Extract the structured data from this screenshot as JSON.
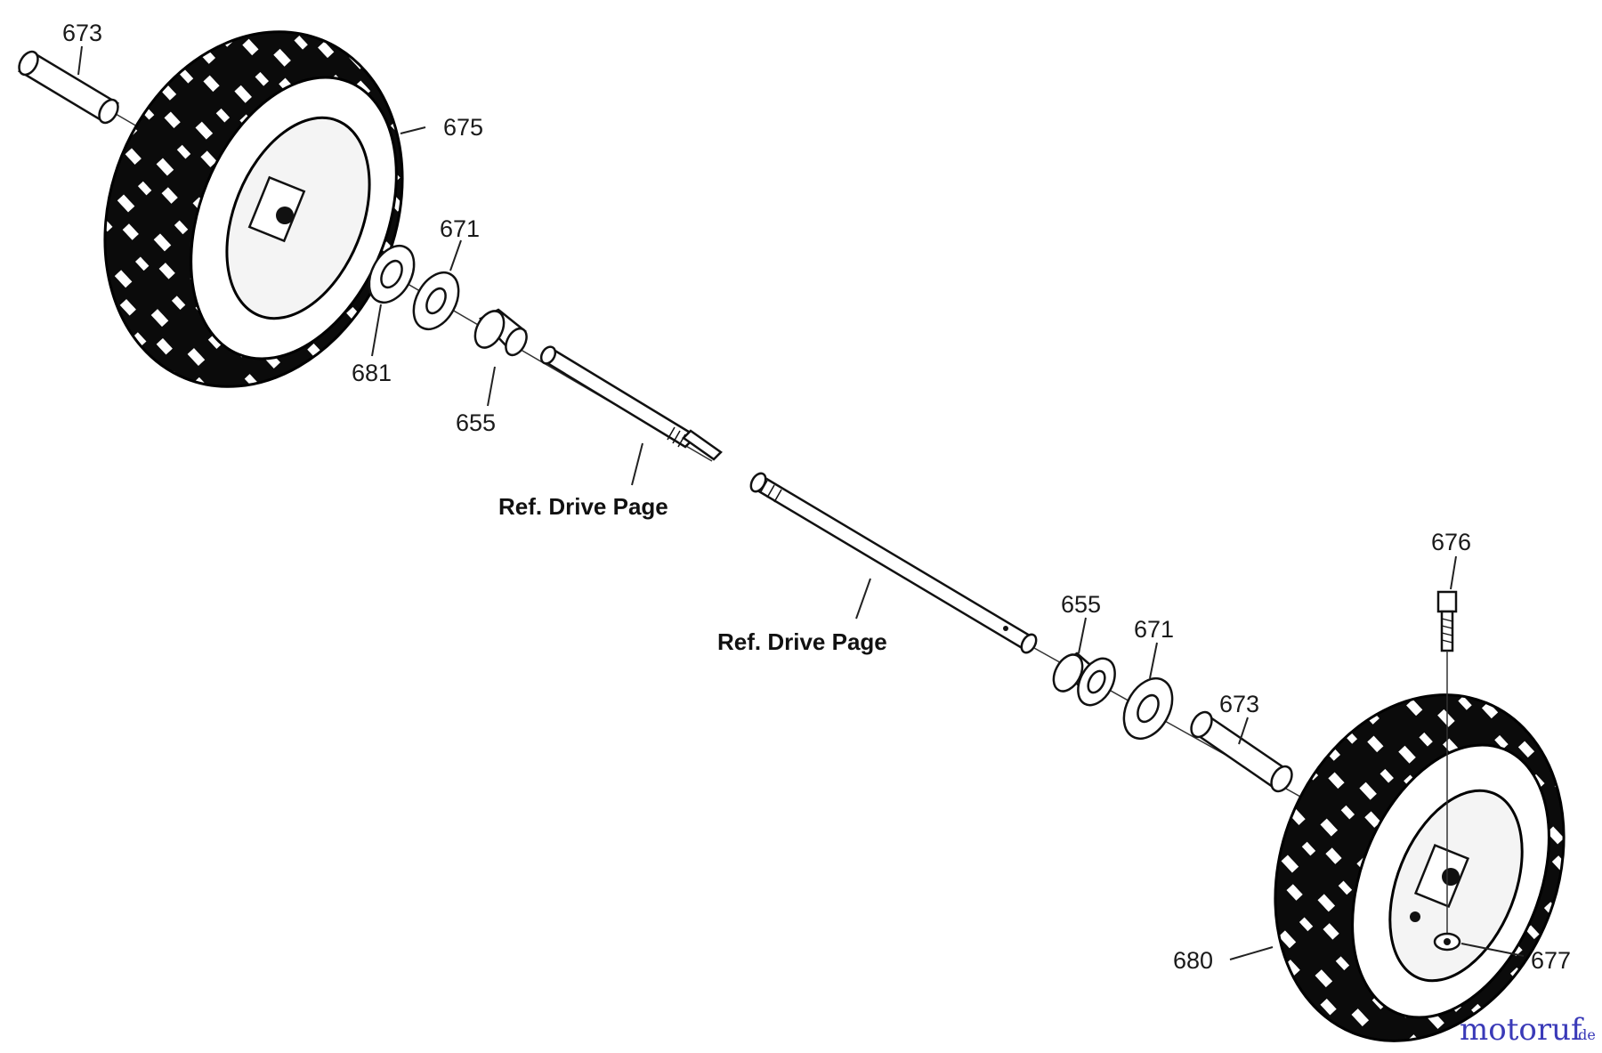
{
  "labels": {
    "left_sleeve": "673",
    "left_wheel": "675",
    "left_washer": "671",
    "left_bearing": "681",
    "left_bushing": "655",
    "ref_drive_top": "Ref. Drive Page",
    "ref_drive_bottom": "Ref. Drive Page",
    "right_bolt": "676",
    "right_bushing": "655",
    "right_washer": "671",
    "right_sleeve": "673",
    "right_wheel": "680",
    "right_nut": "677"
  },
  "watermark": {
    "brand": "motoruf",
    "suffix": ".de"
  },
  "colors": {
    "ink": "#111111",
    "watermark": "#3a3ab8"
  }
}
